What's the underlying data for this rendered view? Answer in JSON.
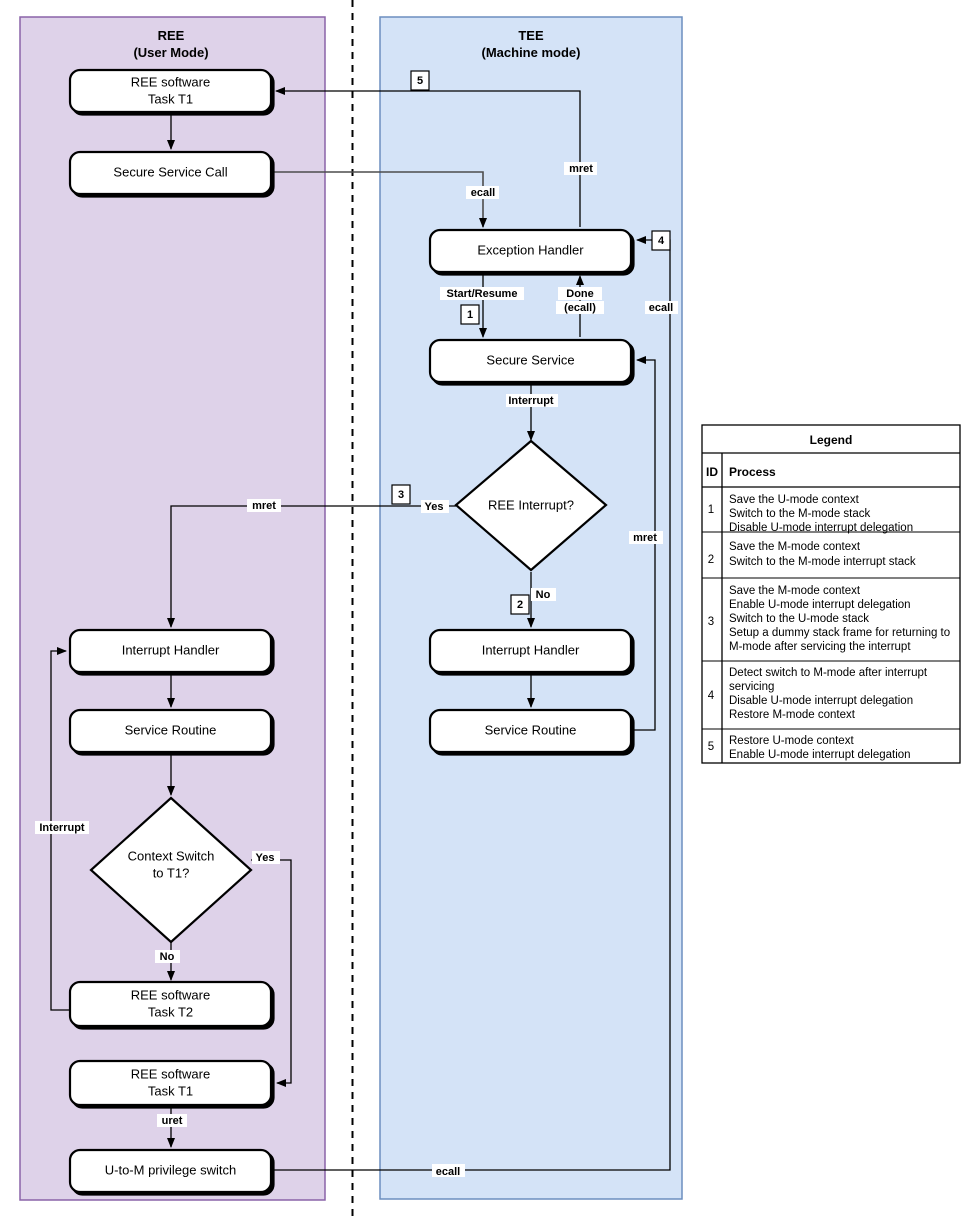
{
  "diagram": {
    "title": "REE/TEE secure service and interrupt handling flow",
    "colors": {
      "ree_fill": "#ded2e9",
      "ree_stroke": "#8a63a8",
      "tee_fill": "#d4e3f7",
      "tee_stroke": "#6c8ebf",
      "node_fill": "#ffffff",
      "node_stroke": "#000000",
      "edge_stroke": "#000000"
    },
    "lanes": [
      {
        "id": "ree",
        "line1": "REE",
        "line2": "(User Mode)"
      },
      {
        "id": "tee",
        "line1": "TEE",
        "line2": "(Machine mode)"
      }
    ],
    "ree_nodes": [
      {
        "id": "ree-task-t1-top",
        "line1": "REE software",
        "line2": "Task T1"
      },
      {
        "id": "secure-service-call",
        "line1": "Secure Service Call",
        "line2": ""
      },
      {
        "id": "ree-interrupt-handler",
        "line1": "Interrupt Handler",
        "line2": ""
      },
      {
        "id": "ree-service-routine",
        "line1": "Service Routine",
        "line2": ""
      },
      {
        "id": "context-switch-decision",
        "line1": "Context Switch",
        "line2": "to T1?"
      },
      {
        "id": "ree-task-t2",
        "line1": "REE software",
        "line2": "Task T2"
      },
      {
        "id": "ree-task-t1-bottom",
        "line1": "REE software",
        "line2": "Task T1"
      },
      {
        "id": "u-to-m-privilege-switch",
        "line1": "U-to-M privilege switch",
        "line2": ""
      }
    ],
    "tee_nodes": [
      {
        "id": "exception-handler",
        "line1": "Exception Handler",
        "line2": ""
      },
      {
        "id": "secure-service",
        "line1": "Secure Service",
        "line2": ""
      },
      {
        "id": "ree-interrupt-decision",
        "line1": "REE Interrupt?",
        "line2": ""
      },
      {
        "id": "tee-interrupt-handler",
        "line1": "Interrupt Handler",
        "line2": ""
      },
      {
        "id": "tee-service-routine",
        "line1": "Service Routine",
        "line2": ""
      }
    ],
    "edge_labels": {
      "ecall_top": "ecall",
      "mret_top": "mret",
      "start_resume": "Start/Resume",
      "done_l1": "Done",
      "done_l2": "(ecall)",
      "ecall_right": "ecall",
      "interrupt_center": "Interrupt",
      "yes_tee": "Yes",
      "no_tee": "No",
      "mret_left": "mret",
      "mret_right": "mret",
      "interrupt_left": "Interrupt",
      "yes_ree": "Yes",
      "no_ree": "No",
      "uret": "uret",
      "ecall_bottom": "ecall"
    },
    "step_badges": [
      {
        "id": "badge-5",
        "label": "5"
      },
      {
        "id": "badge-4",
        "label": "4"
      },
      {
        "id": "badge-1",
        "label": "1"
      },
      {
        "id": "badge-3",
        "label": "3"
      },
      {
        "id": "badge-2",
        "label": "2"
      }
    ]
  },
  "legend": {
    "title": "Legend",
    "columns": [
      "ID",
      "Process"
    ],
    "rows": [
      {
        "id": "1",
        "lines": [
          "Save the U-mode context",
          "Switch to the M-mode stack",
          "Disable U-mode interrupt delegation"
        ]
      },
      {
        "id": "2",
        "lines": [
          "Save the M-mode context",
          "Switch to the M-mode interrupt stack"
        ]
      },
      {
        "id": "3",
        "lines": [
          "Save the M-mode context",
          "Enable U-mode interrupt delegation",
          "Switch to the U-mode stack",
          "Setup a dummy stack frame for returning to",
          "M-mode after servicing the interrupt"
        ]
      },
      {
        "id": "4",
        "lines": [
          "Detect switch to M-mode after interrupt",
          "servicing",
          "Disable U-mode interrupt delegation",
          "Restore M-mode context"
        ]
      },
      {
        "id": "5",
        "lines": [
          "Restore U-mode context",
          "Enable U-mode interrupt delegation"
        ]
      }
    ]
  }
}
